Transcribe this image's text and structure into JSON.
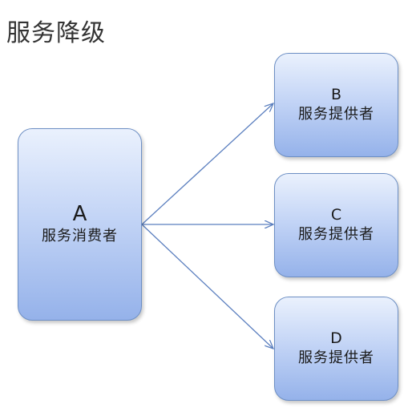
{
  "title": "服务降级",
  "consumer": {
    "letter": "A",
    "role": "服务消费者"
  },
  "providers": [
    {
      "letter": "B",
      "role": "服务提供者"
    },
    {
      "letter": "C",
      "role": "服务提供者"
    },
    {
      "letter": "D",
      "role": "服务提供者"
    }
  ],
  "colors": {
    "node_border": "#6d8fc4",
    "node_fill_top": "#eaf1fd",
    "node_fill_bottom": "#95b2ea",
    "arrow": "#5b7fbf"
  }
}
